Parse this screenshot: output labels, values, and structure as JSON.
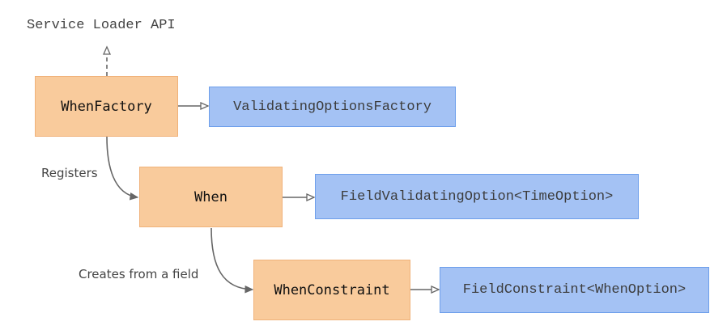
{
  "title": "Service Loader API",
  "nodes": {
    "when_factory": "WhenFactory",
    "validating_options_factory": "ValidatingOptionsFactory",
    "when": "When",
    "field_validating_option": "FieldValidatingOption<TimeOption>",
    "when_constraint": "WhenConstraint",
    "field_constraint": "FieldConstraint<WhenOption>"
  },
  "edge_labels": {
    "registers": "Registers",
    "creates_from_field": "Creates from a field"
  },
  "colors": {
    "implementation_fill": "#f9cb9c",
    "interface_fill": "#a4c2f4",
    "line": "#666666"
  }
}
